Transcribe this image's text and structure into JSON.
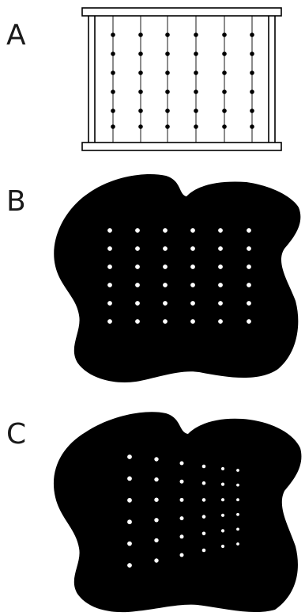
{
  "panels": [
    {
      "id": "A",
      "label": "A",
      "description_shape": "grid-frame",
      "rows": 6,
      "cols": 6,
      "dot_color": "#000000"
    },
    {
      "id": "B",
      "label": "B",
      "description_shape": "blob-regular-grid",
      "rows": 6,
      "cols": 6,
      "dot_color": "#ffffff"
    },
    {
      "id": "C",
      "label": "C",
      "description_shape": "blob-distorted-grid",
      "rows": 6,
      "cols": 6,
      "dot_color": "#ffffff"
    }
  ],
  "colors": {
    "ink": "#000000",
    "background": "#ffffff",
    "label": "#1a1a1a"
  }
}
